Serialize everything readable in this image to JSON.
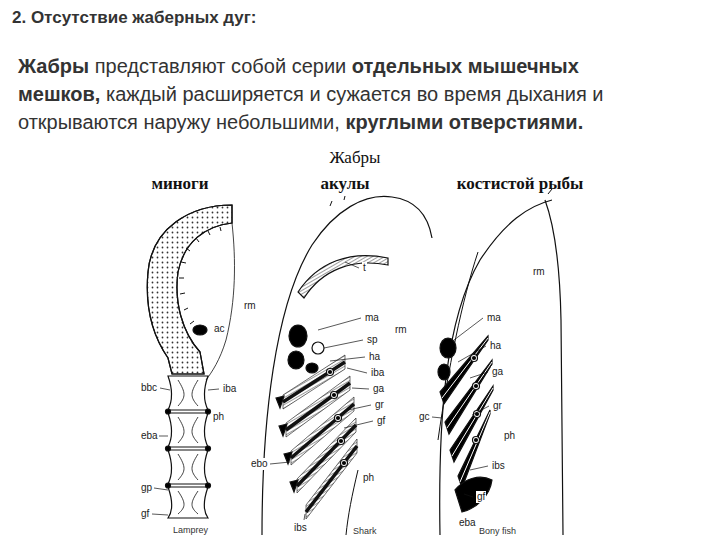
{
  "diagram": {
    "title": "2. Отсутствие жаберных дуг:",
    "labels": [
      "Жабры",
      "представляют собой серии",
      "отдельных мышечных мешков,",
      "каждый расширяется и сужается во время дыхания и открываются наружу небольшими,",
      "круглыми отверстиями.",
      "Жабры",
      "миноги",
      "акулы",
      "костистой рыбы",
      "rm",
      "ac",
      "bbc",
      "iba",
      "ph",
      "eba",
      "gp",
      "gf",
      "Lamprey",
      "t",
      "ma",
      "sp",
      "ha",
      "iba",
      "ga",
      "gr",
      "rm",
      "ebo",
      "gf",
      "ph",
      "ibs",
      "Shark",
      "rm",
      "ma",
      "ha",
      "ga",
      "gr",
      "gc",
      "ph",
      "ibs",
      "gf",
      "eba",
      "Bony fish"
    ]
  }
}
